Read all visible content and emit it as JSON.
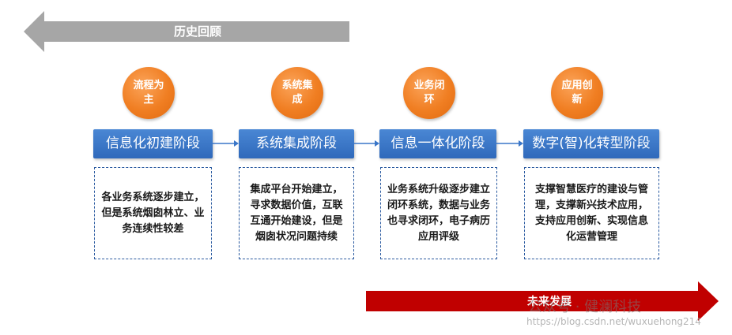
{
  "history_label": "历史回顾",
  "future_label": "未来发展",
  "stages": [
    {
      "circle": "流程为主",
      "title": "信息化初建阶段",
      "desc": "各业务系统逐步建立，但是系统烟囱林立、业务连续性较差"
    },
    {
      "circle": "系统集成",
      "title": "系统集成阶段",
      "desc": "集成平台开始建立，寻求数据价值，互联互通开始建设，但是烟囱状况问题持续"
    },
    {
      "circle": "业务闭环",
      "title": "信息一体化阶段",
      "desc": "业务系统升级逐步建立闭环系统，数据与业务也寻求闭环，电子病历应用评级"
    },
    {
      "circle": "应用创新",
      "title": "数字(智)化转型阶段",
      "desc": "支撑智慧医疗的建设与管理，支撑新兴技术应用，支持应用创新、实现信息化运营管理"
    }
  ],
  "watermark": "公众号 · 健澜科技",
  "watermark_url": "https://blog.csdn.net/wuxuehong214",
  "colors": {
    "history_arrow": "#a6a6a6",
    "future_arrow": "#c00000",
    "circle": "#f07e22",
    "stage": "#3a76c8",
    "desc_border": "#2a5aa0"
  }
}
